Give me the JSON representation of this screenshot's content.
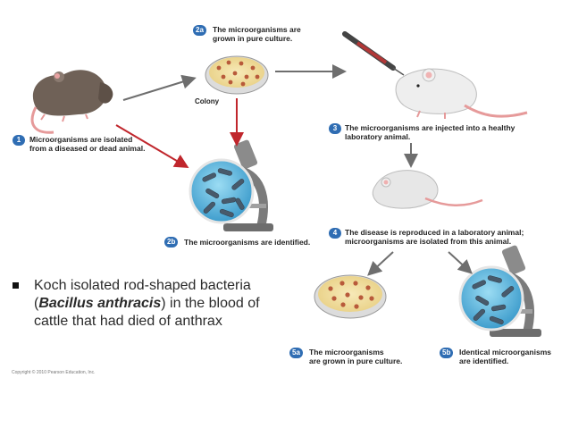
{
  "steps": {
    "s1": {
      "badge": "1",
      "line1": "Microorganisms are isolated",
      "line2": "from a diseased or dead animal."
    },
    "s2a": {
      "badge": "2a",
      "line1": "The microorganisms are",
      "line2": "grown in pure culture."
    },
    "s2b": {
      "badge": "2b",
      "line1": "The microorganisms are identified.",
      "line2": ""
    },
    "s3": {
      "badge": "3",
      "line1": "The microorganisms are injected into a healthy",
      "line2": "laboratory animal."
    },
    "s4": {
      "badge": "4",
      "line1": "The disease is reproduced in a laboratory animal;",
      "line2": "microorganisms are isolated from this animal."
    },
    "s5a": {
      "badge": "5a",
      "line1": "The microorganisms",
      "line2": "are grown in pure culture."
    },
    "s5b": {
      "badge": "5b",
      "line1": "Identical microorganisms",
      "line2": "are identified."
    }
  },
  "colony_label": "Colony",
  "bullet": {
    "before": "Koch isolated rod-shaped bacteria (",
    "emphasis": "Bacillus anthracis",
    "after": ") in the blood of cattle that had died of anthrax"
  },
  "copyright": "Copyright © 2010 Pearson Education, Inc.",
  "colors": {
    "badge": "#2f6db3",
    "arrow_gray": "#6e6e6e",
    "arrow_red": "#c0262c",
    "agar": "#f3e1a6",
    "colony_dot": "#b85a3a",
    "lens": "#6cc4e6"
  }
}
